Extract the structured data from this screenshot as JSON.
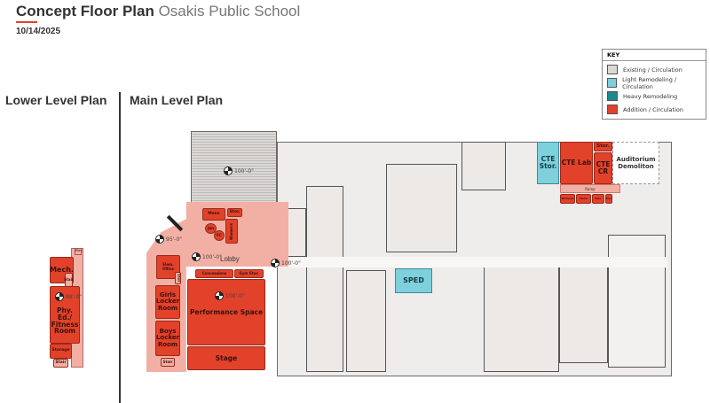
{
  "header": {
    "title_bold": "Concept Floor Plan",
    "title_light": "Osakis Public School",
    "date": "10/14/2025",
    "accent": "#e2412a"
  },
  "key": {
    "title": "KEY",
    "items": [
      {
        "label": "Existing / Circulation",
        "color": "#dcd8d4"
      },
      {
        "label": "Light Remodeling / Circulation",
        "color": "#7ed0dc"
      },
      {
        "label": "Heavy Remodeling",
        "color": "#1e8a8c"
      },
      {
        "label": "Addition / Circulation",
        "color": "#e2412a"
      }
    ]
  },
  "lower": {
    "title": "Lower Level Plan",
    "rooms": {
      "mech": "Mech.",
      "stair1": "Stair",
      "fitness": "Phy. Ed./ Fitness Room",
      "storage": "Storage",
      "stair2": "Stair",
      "elev": "Elev"
    },
    "elevation": "88'-0\""
  },
  "main": {
    "title": "Main Level Plan",
    "rooms": {
      "mens": "Mens",
      "stor": "Stor.",
      "jan": "Jan",
      "fc": "FC",
      "womens": "Womens",
      "lobby": "Lobby",
      "elem_office": "Elem. Office",
      "stair": "Stair",
      "girls": "Girls Locker Room",
      "boys": "Boys Locker Room",
      "stair2": "Stair",
      "concessions": "Concessions",
      "gym_stor": "Gym Stor.",
      "performance": "Performance Space",
      "stage": "Stage",
      "sped": "SPED",
      "cte_stor": "CTE Stor.",
      "cte_lab": "CTE Lab",
      "cte_stor2": "Stor.",
      "cte_cr": "CTE CR",
      "auditorium": "Auditorium Demoliton",
      "ramp": "Ramp",
      "r_womens": "Womens",
      "r_mens": "Mens",
      "r_elec": "Elec",
      "elev": "Elev"
    },
    "elevations": {
      "e1": "95'-0\"",
      "e2": "100'-0\"",
      "e3": "100'-0\"",
      "e4": "100'-0\"",
      "e5": "100'-0\""
    }
  }
}
